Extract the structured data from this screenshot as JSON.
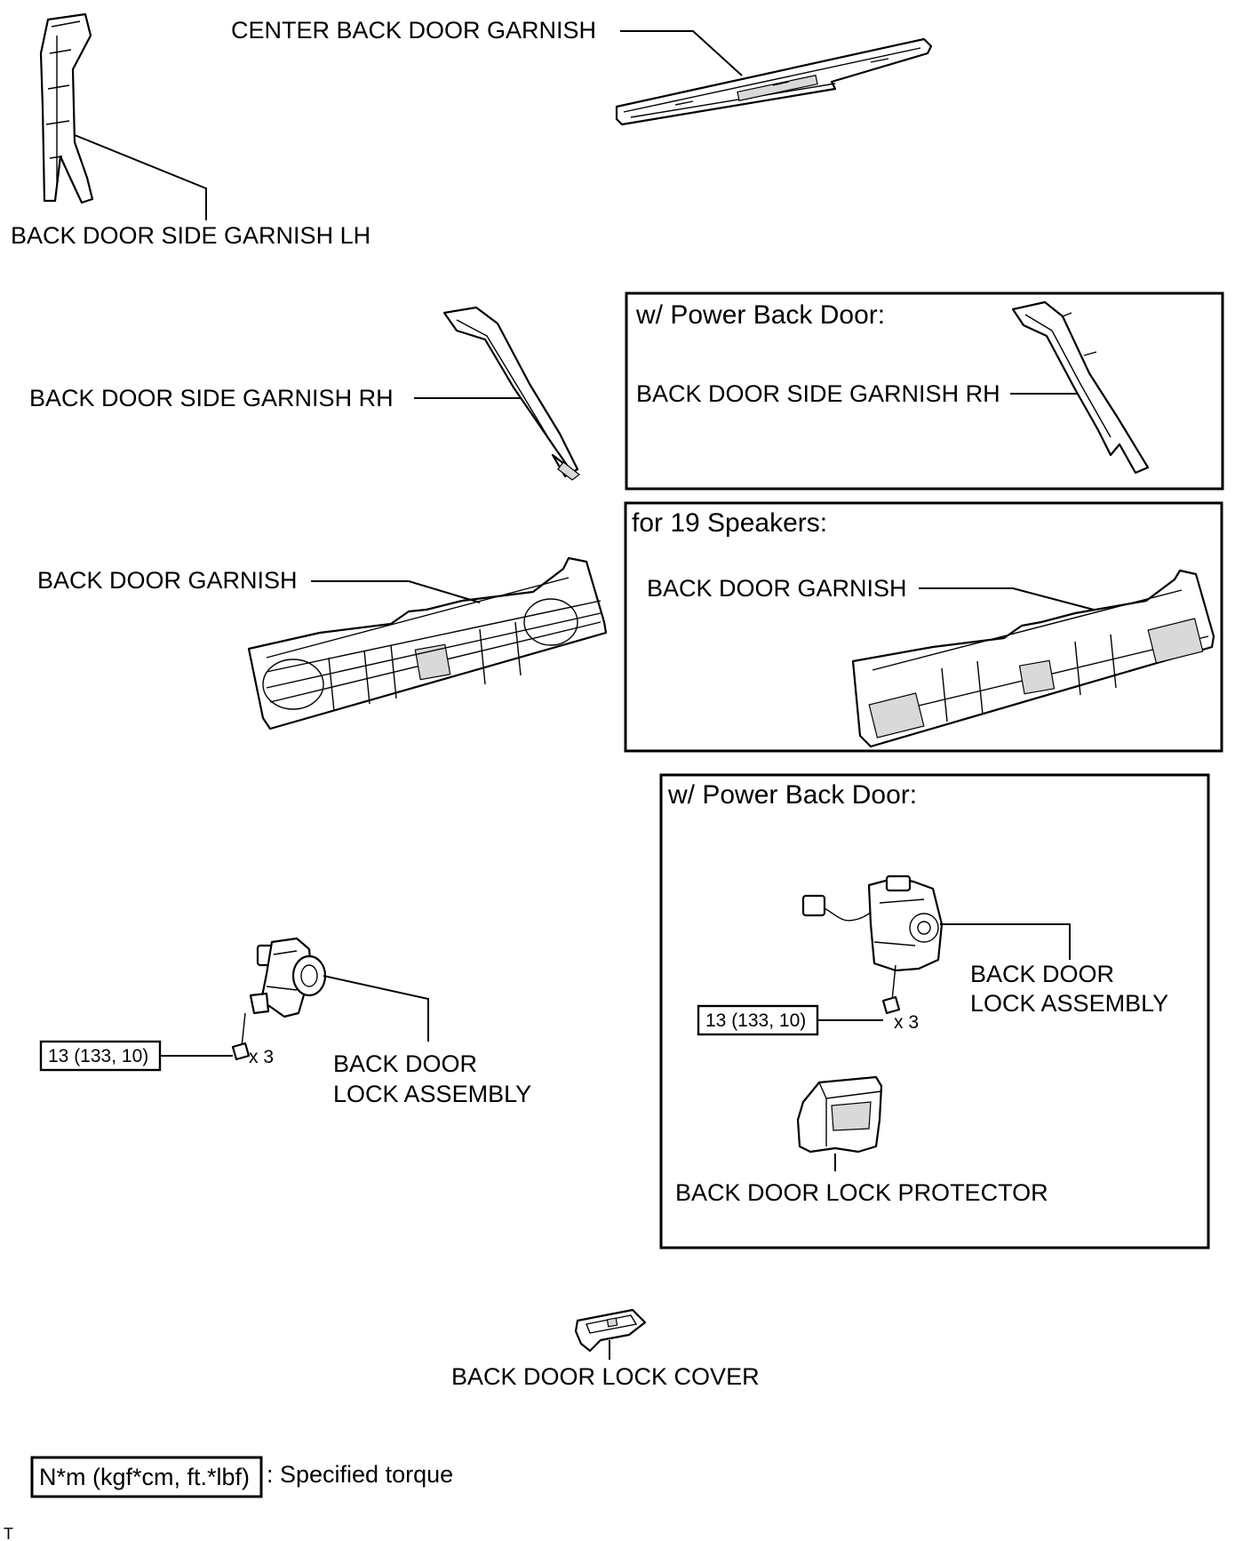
{
  "labels": {
    "center_back_door_garnish": "CENTER BACK DOOR GARNISH",
    "side_garnish_lh": "BACK DOOR SIDE GARNISH LH",
    "side_garnish_rh": "BACK DOOR SIDE GARNISH RH",
    "back_door_garnish": "BACK DOOR GARNISH",
    "lock_assembly_line1": "BACK DOOR",
    "lock_assembly_line2": "LOCK ASSEMBLY",
    "lock_cover": "BACK DOOR LOCK COVER",
    "lock_protector": "BACK DOOR LOCK PROTECTOR"
  },
  "boxes": {
    "power_door_side": {
      "title": "w/ Power Back Door:",
      "part_label": "BACK DOOR SIDE GARNISH RH"
    },
    "speakers": {
      "title": "for 19 Speakers:",
      "part_label": "BACK DOOR GARNISH"
    },
    "power_door_lock": {
      "title": "w/ Power Back Door:",
      "lock_line1": "BACK DOOR",
      "lock_line2": "LOCK ASSEMBLY",
      "protector_label": "BACK DOOR LOCK PROTECTOR"
    }
  },
  "torque": {
    "value": "13 (133, 10)",
    "count": "x 3"
  },
  "legend": {
    "unit": "N*m (kgf*cm, ft.*lbf)",
    "description": ": Specified torque"
  },
  "footer_mark": "T"
}
